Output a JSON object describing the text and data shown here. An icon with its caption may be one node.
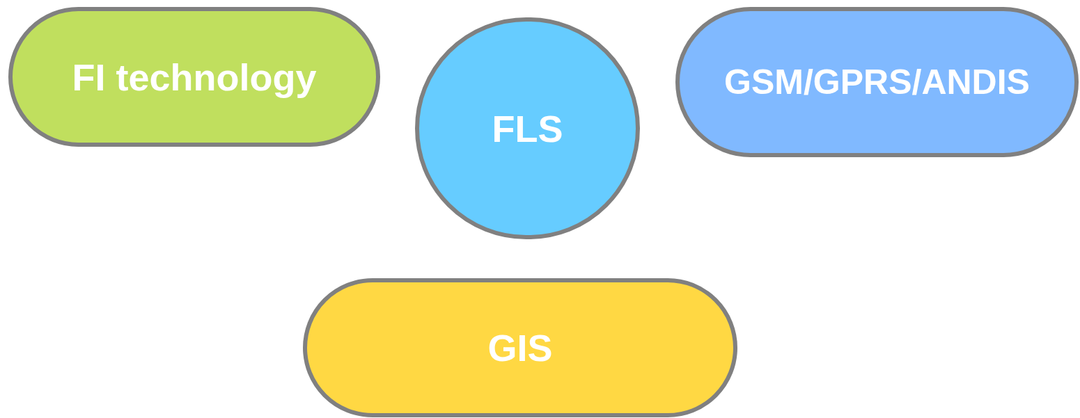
{
  "diagram": {
    "nodes": [
      {
        "text": [
          "FI technology"
        ]
      },
      {
        "text": [
          "FLS"
        ]
      },
      {
        "text": [
          "GSM/GPRS/ANDIS"
        ]
      },
      {
        "text": [
          "GIS"
        ]
      }
    ]
  }
}
